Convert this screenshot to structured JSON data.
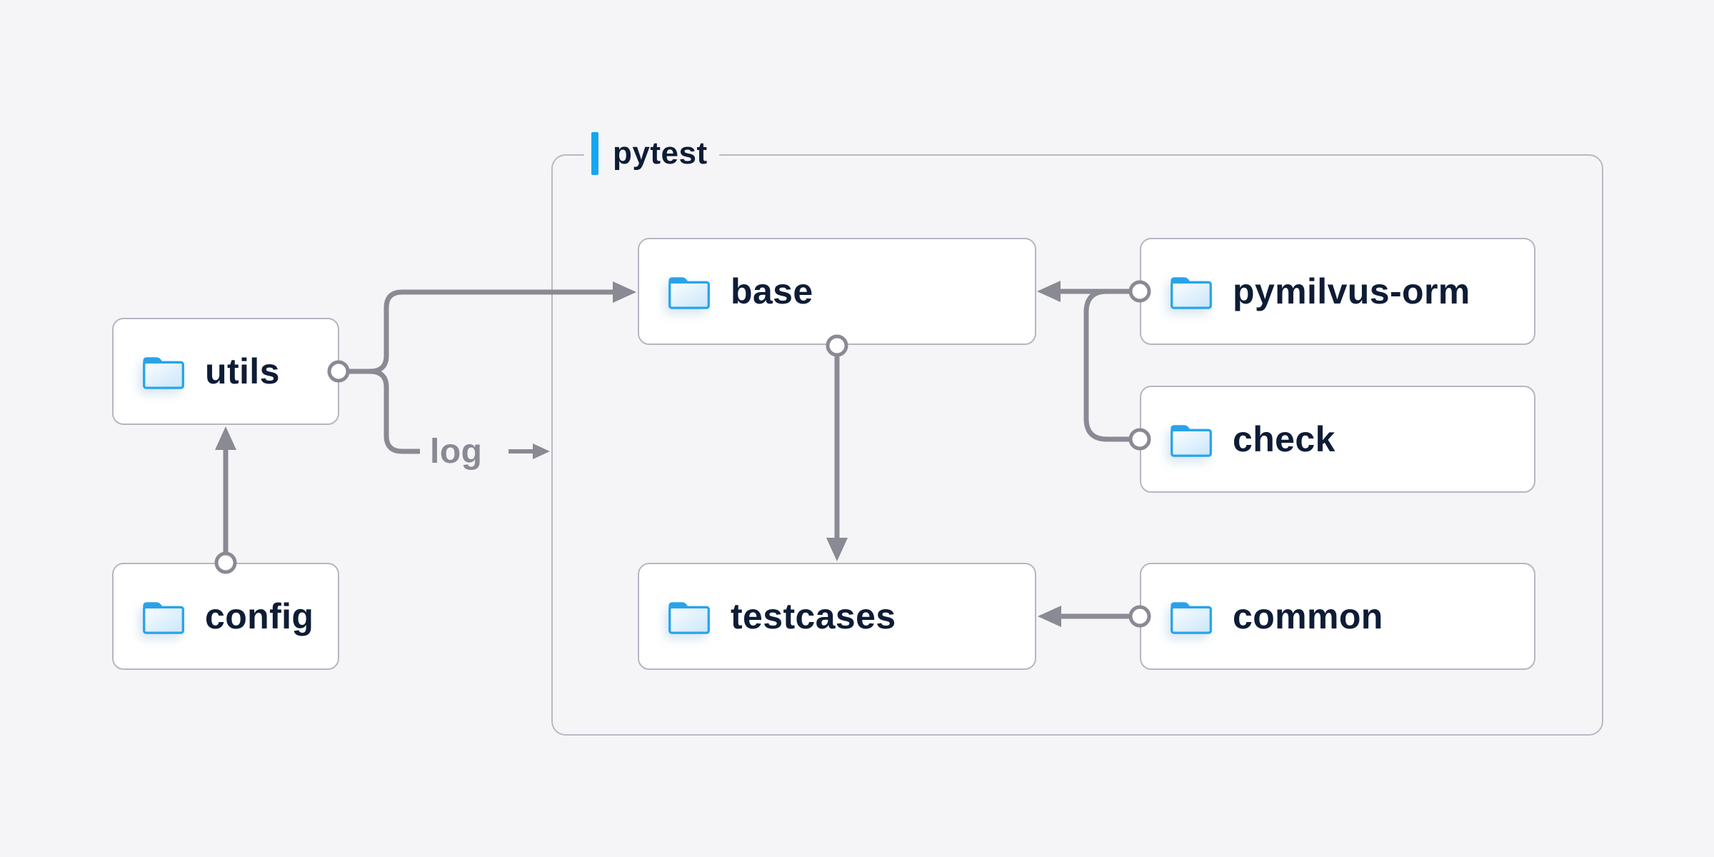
{
  "page": {
    "background": "#f5f5f7"
  },
  "colors": {
    "node_background": "#ffffff",
    "node_border": "#b6b6c1",
    "group_border": "#b9b9c4",
    "connector": "#8a8a95",
    "label_text": "#0e1c36",
    "muted_text": "#8a8a95",
    "accent_blue": "#16a6f1",
    "folder_blue": "#27a4ec"
  },
  "group": {
    "label": "pytest"
  },
  "nodes": {
    "utils": {
      "label": "utils"
    },
    "config": {
      "label": "config"
    },
    "base": {
      "label": "base"
    },
    "pymilvus_orm": {
      "label": "pymilvus-orm"
    },
    "check": {
      "label": "check"
    },
    "testcases": {
      "label": "testcases"
    },
    "common": {
      "label": "common"
    }
  },
  "edge_labels": {
    "log": "log"
  },
  "edges": [
    {
      "from": "config",
      "to": "utils",
      "type": "arrow"
    },
    {
      "from": "utils",
      "to": "base",
      "type": "arrow"
    },
    {
      "from": "utils",
      "to": "log",
      "type": "labeled-arrow"
    },
    {
      "from": "base",
      "to": "testcases",
      "type": "arrow"
    },
    {
      "from": "pymilvus-orm",
      "to": "base",
      "type": "arrow"
    },
    {
      "from": "check",
      "to": "base",
      "type": "arrow"
    },
    {
      "from": "common",
      "to": "testcases",
      "type": "arrow"
    }
  ],
  "icons": {
    "node_icon": "folder-icon"
  }
}
